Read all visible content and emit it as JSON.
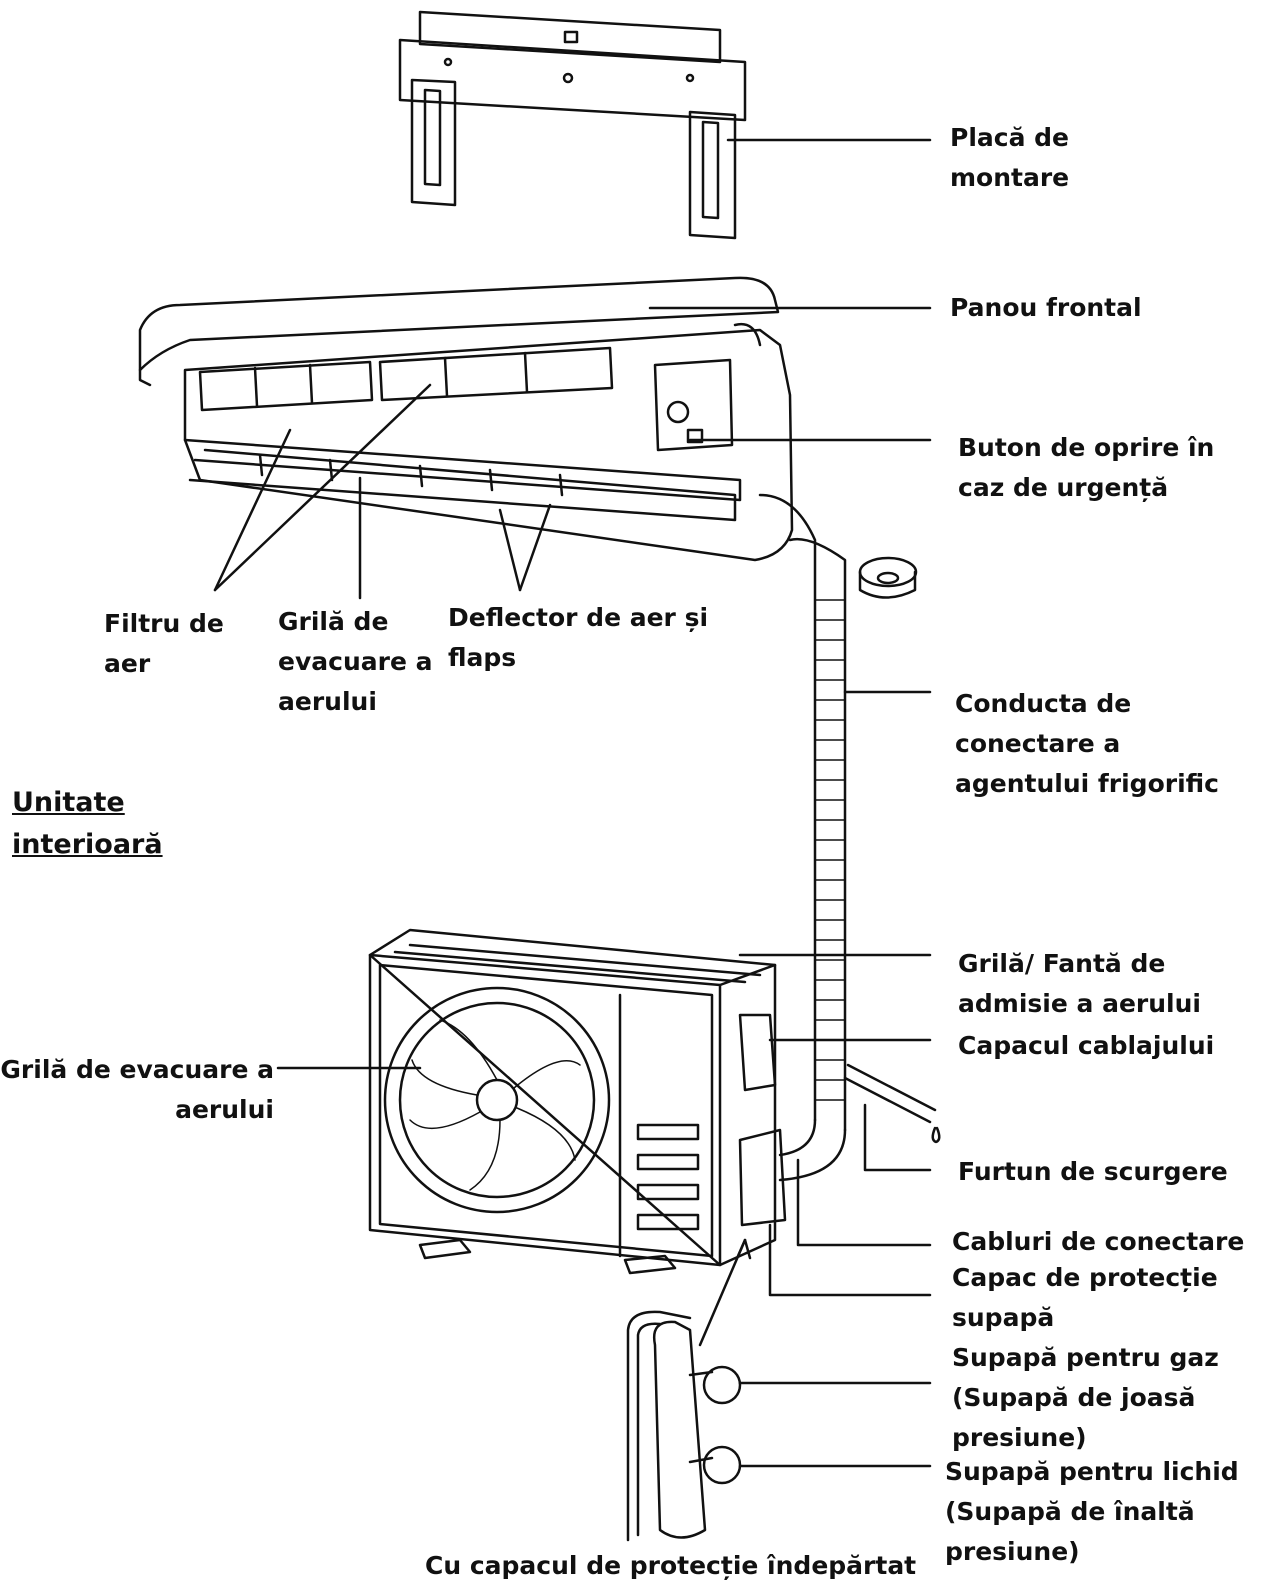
{
  "section_title": [
    "Unitate",
    "interioară"
  ],
  "labels": {
    "mounting_plate": [
      "Placă de",
      "montare"
    ],
    "front_panel": [
      "Panou frontal"
    ],
    "emergency_button": [
      "Buton de oprire în",
      "caz de urgență"
    ],
    "air_filter": [
      "Filtru de",
      "aer"
    ],
    "indoor_outlet_grille": [
      "Grilă de",
      "evacuare a",
      "aerului"
    ],
    "air_deflector": [
      "Deflector de aer și",
      "flaps"
    ],
    "refrigerant_pipe": [
      "Conducta de",
      "conectare a",
      "agentului frigorific"
    ],
    "intake_grille": [
      "Grilă/ Fantă de",
      "admisie a aerului"
    ],
    "wiring_cover": [
      "Capacul cablajului"
    ],
    "outdoor_outlet_grille": [
      "Grilă de evacuare a",
      "aerului"
    ],
    "drain_hose": [
      "Furtun de scurgere"
    ],
    "connecting_cables": [
      "Cabluri de conectare"
    ],
    "valve_cover": [
      "Capac de protecție",
      "supapă"
    ],
    "gas_valve": [
      "Supapă pentru gaz",
      "(Supapă de joasă",
      "presiune)"
    ],
    "liquid_valve": [
      "Supapă pentru lichid",
      "(Supapă de înaltă",
      "presiune)"
    ]
  },
  "caption": "Cu capacul de protecție îndepărtat"
}
